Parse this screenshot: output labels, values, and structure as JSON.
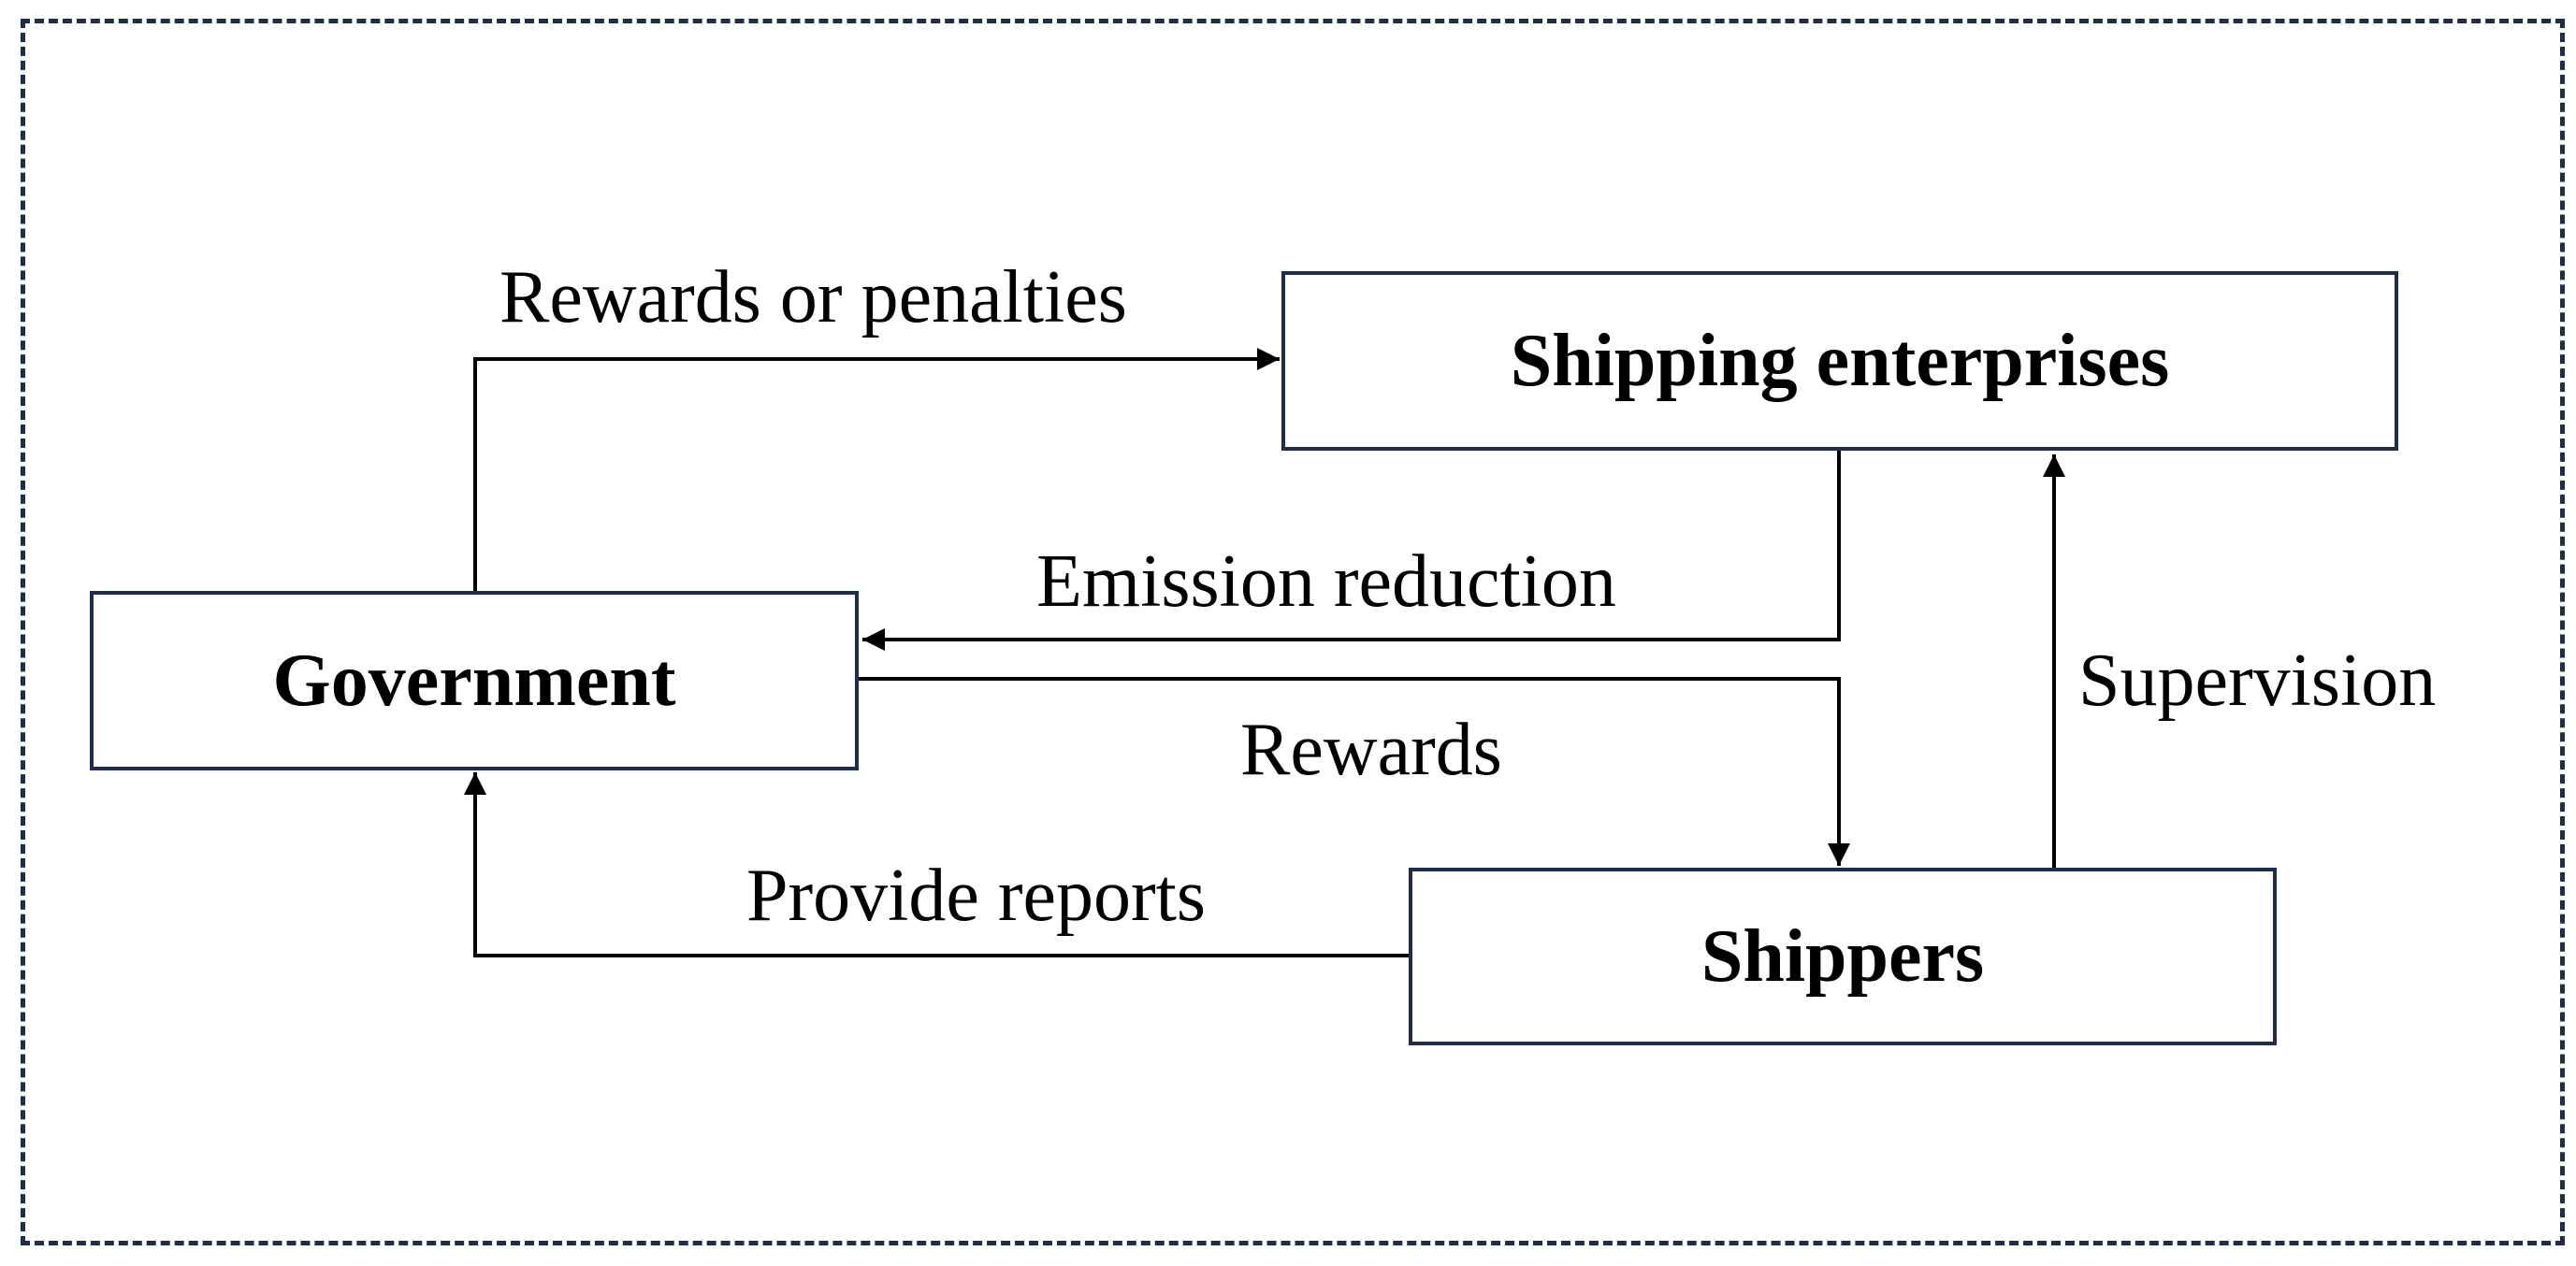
{
  "nodes": {
    "shipping_enterprises": "Shipping enterprises",
    "government": "Government",
    "shippers": "Shippers"
  },
  "edges": {
    "rewards_or_penalties": "Rewards or penalties",
    "emission_reduction": "Emission reduction",
    "rewards": "Rewards",
    "provide_reports": "Provide reports",
    "supervision": "Supervision"
  },
  "colors": {
    "border": "#1f2d4a",
    "line": "#000000"
  }
}
